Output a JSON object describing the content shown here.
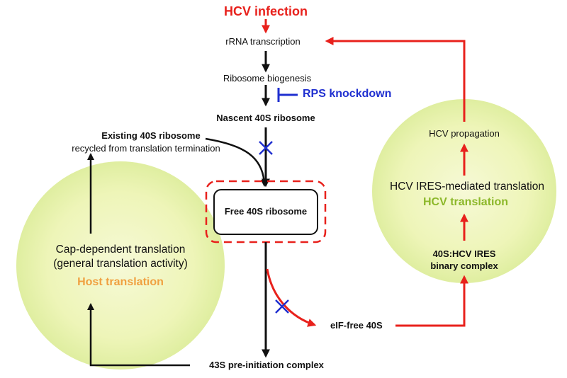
{
  "colors": {
    "black": "#111111",
    "red": "#e8211c",
    "blue": "#1f2fd0",
    "orange": "#f0a040",
    "green": "#8cb82a",
    "circle_fill": "#eef5b8"
  },
  "nodes": {
    "hcv_infection": "HCV infection",
    "rrna_transcription": "rRNA transcription",
    "ribosome_biogenesis": "Ribosome biogenesis",
    "rps_knockdown": "RPS knockdown",
    "nascent_40s": "Nascent 40S ribosome",
    "existing_40s_title": "Existing 40S ribosome",
    "existing_40s_sub": "recycled from translation termination",
    "free_40s": "Free 40S ribosome",
    "cap_dependent_line1": "Cap-dependent translation",
    "cap_dependent_line2": "(general translation activity)",
    "host_translation": "Host translation",
    "hcv_propagation": "HCV propagation",
    "ires_translation": "HCV IRES-mediated translation",
    "hcv_translation": "HCV translation",
    "binary_complex_line1": "40S:HCV IRES",
    "binary_complex_line2": "binary complex",
    "eif_free_40s": "eIF-free 40S",
    "pre_initiation": "43S pre-initiation complex"
  }
}
